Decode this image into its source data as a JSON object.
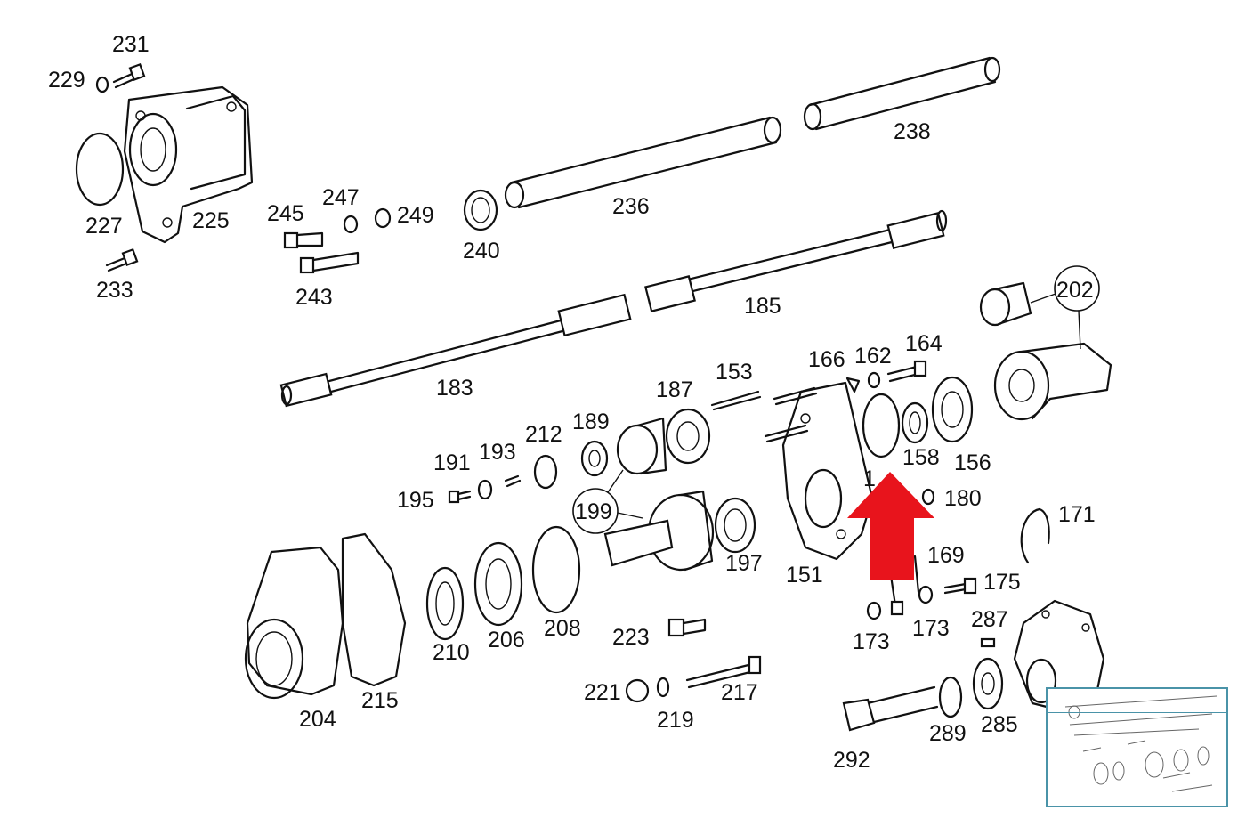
{
  "diagram": {
    "arrow_color": "#e8141c",
    "callouts": [
      {
        "id": "231",
        "label": "231"
      },
      {
        "id": "229",
        "label": "229"
      },
      {
        "id": "227",
        "label": "227"
      },
      {
        "id": "225",
        "label": "225"
      },
      {
        "id": "233",
        "label": "233"
      },
      {
        "id": "245",
        "label": "245"
      },
      {
        "id": "247",
        "label": "247"
      },
      {
        "id": "249",
        "label": "249"
      },
      {
        "id": "243",
        "label": "243"
      },
      {
        "id": "240",
        "label": "240"
      },
      {
        "id": "236",
        "label": "236"
      },
      {
        "id": "238",
        "label": "238"
      },
      {
        "id": "185",
        "label": "185"
      },
      {
        "id": "183",
        "label": "183"
      },
      {
        "id": "202",
        "label": "202"
      },
      {
        "id": "166",
        "label": "166"
      },
      {
        "id": "162",
        "label": "162"
      },
      {
        "id": "164",
        "label": "164"
      },
      {
        "id": "153",
        "label": "153"
      },
      {
        "id": "187",
        "label": "187"
      },
      {
        "id": "189",
        "label": "189"
      },
      {
        "id": "212",
        "label": "212"
      },
      {
        "id": "193",
        "label": "193"
      },
      {
        "id": "191",
        "label": "191"
      },
      {
        "id": "195",
        "label": "195"
      },
      {
        "id": "199",
        "label": "199"
      },
      {
        "id": "158",
        "label": "158"
      },
      {
        "id": "156",
        "label": "156"
      },
      {
        "id": "1x",
        "label": "1"
      },
      {
        "id": "180",
        "label": "180"
      },
      {
        "id": "171",
        "label": "171"
      },
      {
        "id": "197",
        "label": "197"
      },
      {
        "id": "151",
        "label": "151"
      },
      {
        "id": "169",
        "label": "169"
      },
      {
        "id": "175",
        "label": "175"
      },
      {
        "id": "210",
        "label": "210"
      },
      {
        "id": "206",
        "label": "206"
      },
      {
        "id": "208",
        "label": "208"
      },
      {
        "id": "223",
        "label": "223"
      },
      {
        "id": "173a",
        "label": "173"
      },
      {
        "id": "173b",
        "label": "173"
      },
      {
        "id": "287",
        "label": "287"
      },
      {
        "id": "204",
        "label": "204"
      },
      {
        "id": "215",
        "label": "215"
      },
      {
        "id": "221",
        "label": "221"
      },
      {
        "id": "219",
        "label": "219"
      },
      {
        "id": "217",
        "label": "217"
      },
      {
        "id": "289",
        "label": "289"
      },
      {
        "id": "285",
        "label": "285"
      },
      {
        "id": "292",
        "label": "292"
      }
    ]
  }
}
